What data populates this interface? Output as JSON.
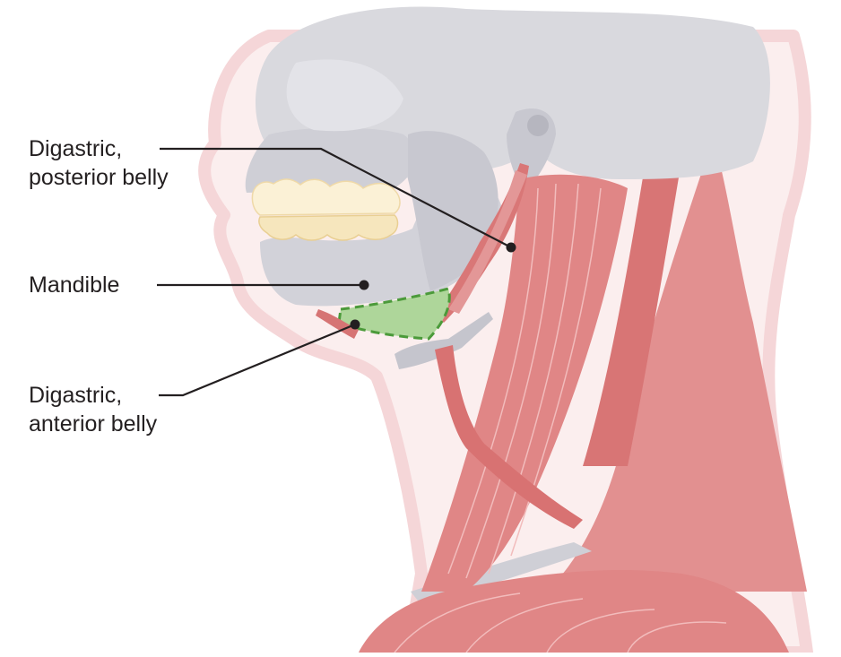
{
  "labels": {
    "posterior_belly": {
      "line1": "Digastric,",
      "line2": "posterior belly"
    },
    "mandible": {
      "text": "Mandible"
    },
    "anterior_belly": {
      "line1": "Digastric,",
      "line2": "anterior belly"
    }
  },
  "colors": {
    "skin_outline": "#f7dcdd",
    "skin_fill": "#fbeeee",
    "skull": "#d9d9de",
    "skull_shadow": "#c6c6ce",
    "muscle": "#df8484",
    "muscle_dark": "#c96565",
    "muscle_light": "#eeb0b0",
    "teeth": "#fbf1d6",
    "highlight_region": "#aed69a",
    "highlight_border": "#4b9a3a",
    "leader_line": "#231f20"
  },
  "icons": {
    "leader_dot": "filled-circle"
  }
}
